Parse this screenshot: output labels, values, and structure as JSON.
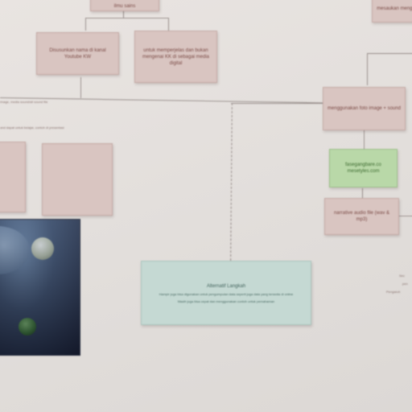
{
  "cards": {
    "top_left_stub": "ilmu sains",
    "top_right_stub": "mesaukan mengu",
    "left_a": "Disusunkan nama di kanal Youtube KW",
    "left_b": "untuk memperjelas dan bukan mengenai KK di sebagai media digital",
    "right_main": "menggunakan foto image + sound",
    "green": "fasegangbare.co mesetyles.com",
    "audio": "narrative audio file (wav & mp3)",
    "left_c": "",
    "left_d": "",
    "teal_title": "Alternatif Langkah",
    "teal_body1": "Hampir juga bisa digunakan untuk pengumpulan data seperti juga data yang tersedia di online",
    "teal_body2": "Masih juga bisa cepat dan menggunakan contoh untuk pemahaman"
  },
  "notes": {
    "left_line1": "image, media sound/all sound  file",
    "left_line2": "and dapat  untuk belajar, contoh  di presentasi",
    "right_fragment1": "Sec",
    "right_fragment2": "pen",
    "right_fragment3": "Pengaruh"
  },
  "colors": {
    "wall": "#e6e1de",
    "pink_card": "#d9c5c1",
    "green_card": "#b9d8a8",
    "teal_card": "#c5d9d3",
    "connector": "#9b928f",
    "poster_dark": "#1c2236"
  }
}
